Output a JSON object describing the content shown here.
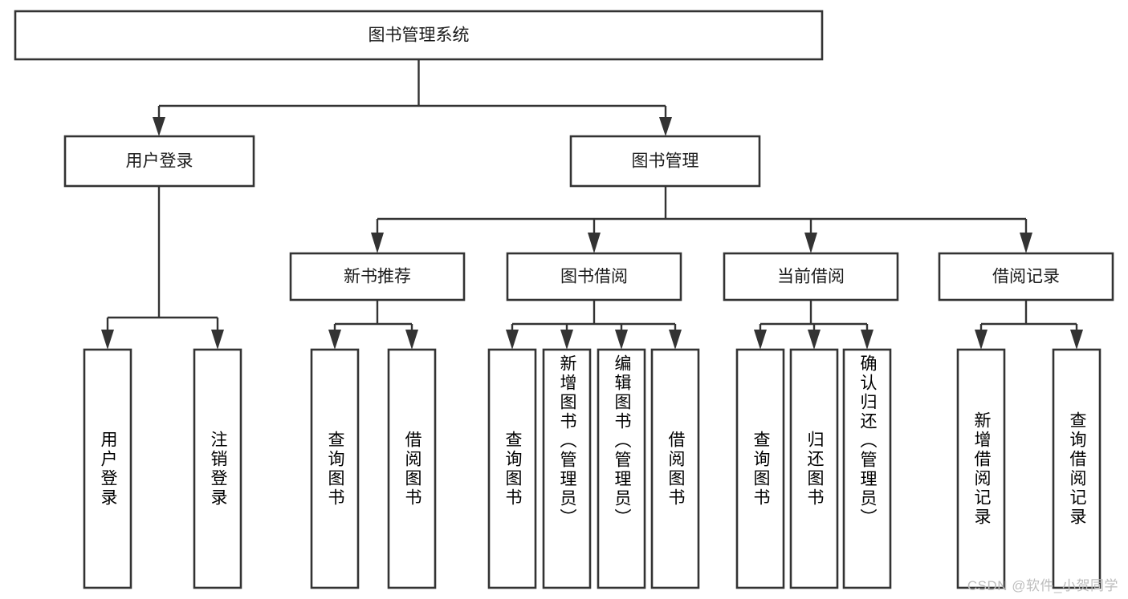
{
  "diagram": {
    "title": "图书管理系统",
    "type": "tree-hierarchy",
    "orientation": "top-down",
    "watermark": "CSDN @软件_小贺同学",
    "colors": {
      "box_fill": "#ffffff",
      "box_stroke": "#333333",
      "text": "#1a1a1a",
      "watermark": "#bdbdbd",
      "background": "#ffffff"
    },
    "levels": [
      {
        "level": 1,
        "nodes": [
          {
            "id": "root",
            "label": "图书管理系统",
            "orientation": "horizontal"
          }
        ]
      },
      {
        "level": 2,
        "nodes": [
          {
            "id": "login",
            "label": "用户登录",
            "orientation": "horizontal",
            "parent": "root"
          },
          {
            "id": "bookmgmt",
            "label": "图书管理",
            "orientation": "horizontal",
            "parent": "root"
          }
        ]
      },
      {
        "level": 3,
        "nodes": [
          {
            "id": "newbook",
            "label": "新书推荐",
            "orientation": "horizontal",
            "parent": "bookmgmt"
          },
          {
            "id": "borrow",
            "label": "图书借阅",
            "orientation": "horizontal",
            "parent": "bookmgmt"
          },
          {
            "id": "current",
            "label": "当前借阅",
            "orientation": "horizontal",
            "parent": "bookmgmt"
          },
          {
            "id": "records",
            "label": "借阅记录",
            "orientation": "horizontal",
            "parent": "bookmgmt"
          }
        ]
      },
      {
        "level": 4,
        "nodes": [
          {
            "id": "leaf-1",
            "label": "用户登录",
            "orientation": "vertical",
            "parent": "login"
          },
          {
            "id": "leaf-2",
            "label": "注销登录",
            "orientation": "vertical",
            "parent": "login"
          },
          {
            "id": "leaf-3",
            "label": "查询图书",
            "orientation": "vertical",
            "parent": "newbook"
          },
          {
            "id": "leaf-4",
            "label": "借阅图书",
            "orientation": "vertical",
            "parent": "newbook"
          },
          {
            "id": "leaf-5",
            "label": "查询图书",
            "orientation": "vertical",
            "parent": "borrow"
          },
          {
            "id": "leaf-6",
            "label": "新增图书（管理员）",
            "orientation": "vertical",
            "parent": "borrow"
          },
          {
            "id": "leaf-7",
            "label": "编辑图书（管理员）",
            "orientation": "vertical",
            "parent": "borrow"
          },
          {
            "id": "leaf-8",
            "label": "借阅图书",
            "orientation": "vertical",
            "parent": "borrow"
          },
          {
            "id": "leaf-9",
            "label": "查询图书",
            "orientation": "vertical",
            "parent": "current"
          },
          {
            "id": "leaf-10",
            "label": "归还图书",
            "orientation": "vertical",
            "parent": "current"
          },
          {
            "id": "leaf-11",
            "label": "确认归还（管理员）",
            "orientation": "vertical",
            "parent": "current"
          },
          {
            "id": "leaf-12",
            "label": "新增借阅记录",
            "orientation": "vertical",
            "parent": "records"
          },
          {
            "id": "leaf-13",
            "label": "查询借阅记录",
            "orientation": "vertical",
            "parent": "records"
          }
        ]
      }
    ]
  }
}
